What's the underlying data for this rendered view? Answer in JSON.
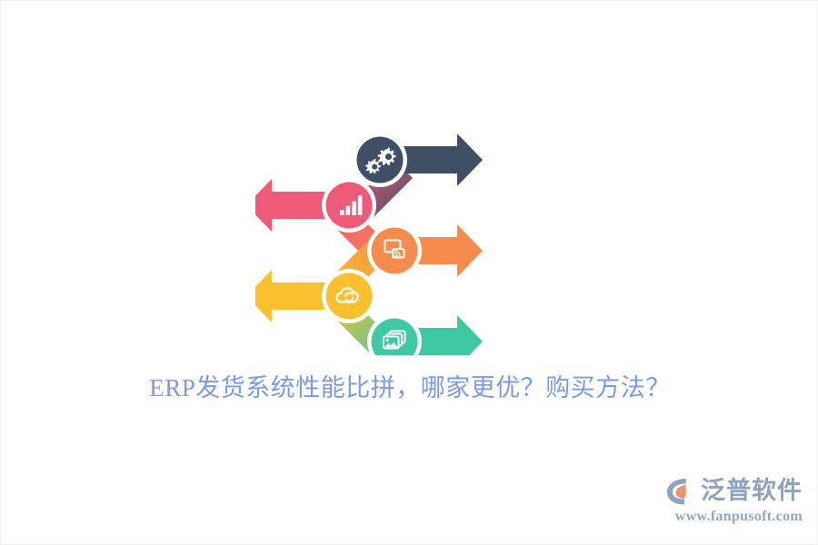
{
  "page": {
    "background_color": "#ffffff",
    "title": "ERP发货系统性能比拼，哪家更优？购买方法？",
    "title_color": "#7d9ae8"
  },
  "infographic": {
    "type": "zigzag-arrow-process",
    "steps": [
      {
        "id": "step-gears",
        "icon": "gears-icon",
        "direction": "right",
        "color": "#3f4f66",
        "ring_color": "#ffffff",
        "order": 1
      },
      {
        "id": "step-bar-chart",
        "icon": "bar-chart-icon",
        "direction": "left",
        "color": "#ee5a78",
        "ring_color": "#ffffff",
        "order": 2
      },
      {
        "id": "step-screen-cast",
        "icon": "screen-cast-icon",
        "direction": "right",
        "color": "#f58b4c",
        "ring_color": "#ffffff",
        "order": 3
      },
      {
        "id": "step-cloud-sync",
        "icon": "cloud-sync-icon",
        "direction": "left",
        "color": "#fbc02d",
        "ring_color": "#ffffff",
        "order": 4
      },
      {
        "id": "step-gallery",
        "icon": "gallery-icon",
        "direction": "right",
        "color": "#3fc9a2",
        "ring_color": "#ffffff",
        "order": 5
      }
    ],
    "ribbon_gradient": [
      "#3f4f66",
      "#ee5a78",
      "#f58b4c",
      "#fbc02d",
      "#3fc9a2"
    ]
  },
  "logo": {
    "brand": "泛普软件",
    "url": "www.fanpusoft.com",
    "mark_colors": {
      "outer": "#8fa2bf",
      "inner": "#e89070"
    },
    "text_color": "#8fa2bf"
  }
}
